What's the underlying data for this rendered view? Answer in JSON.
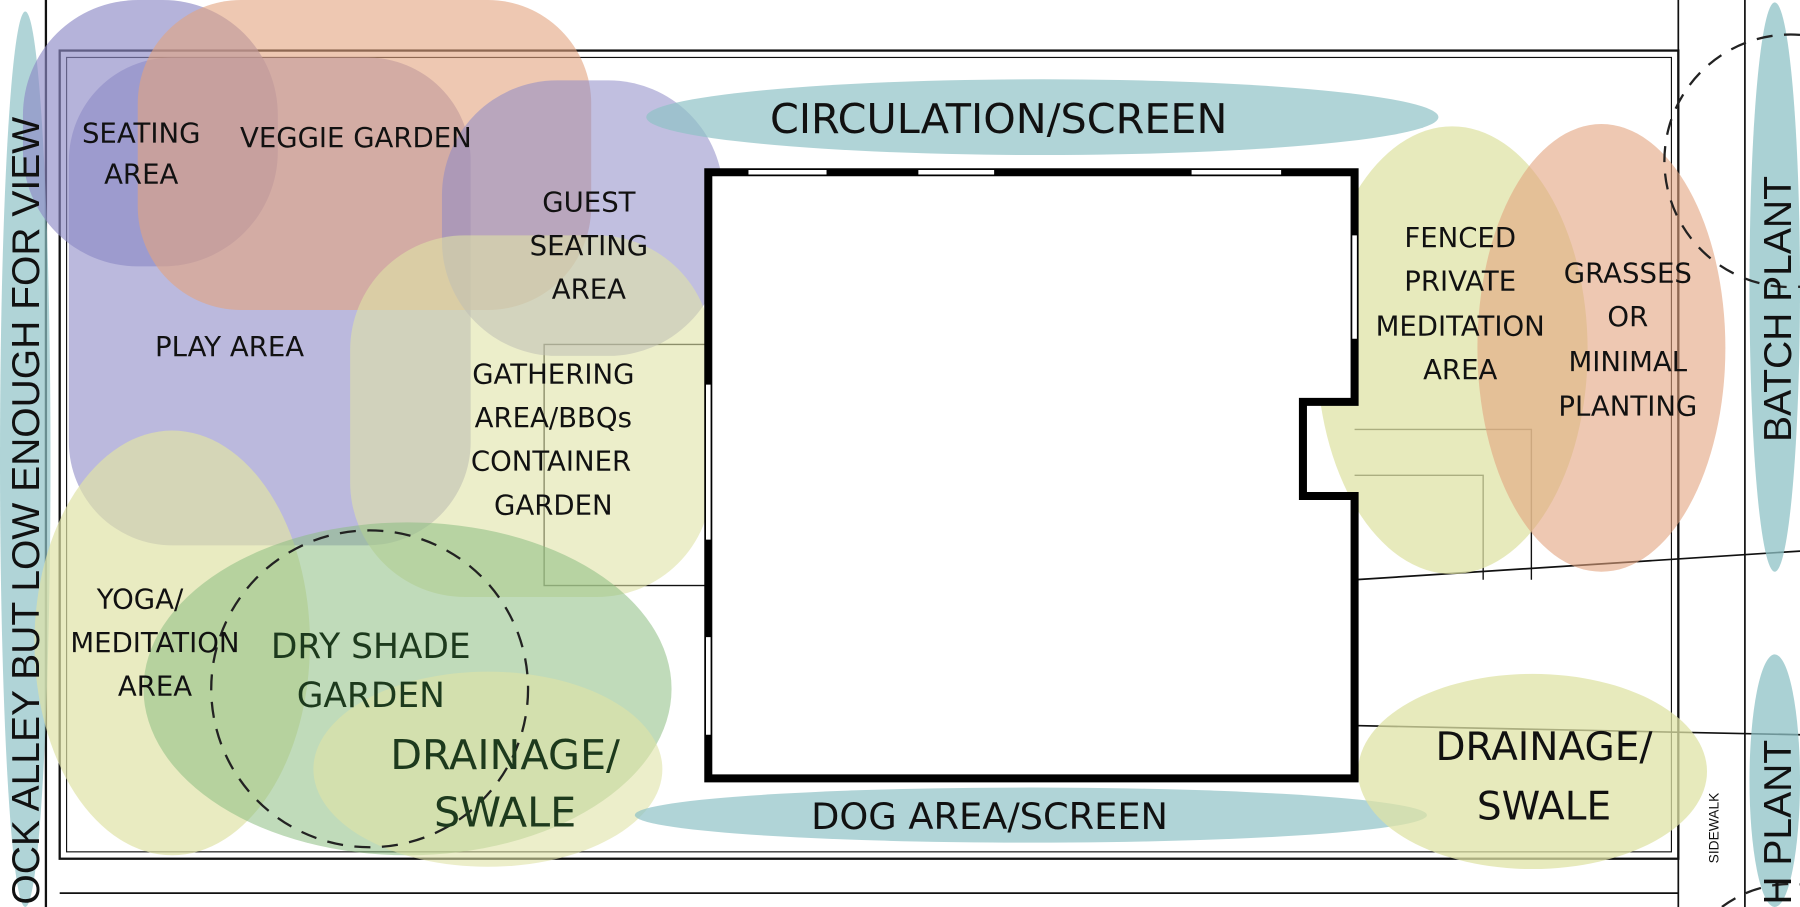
{
  "zones": {
    "seating_area": [
      "SEATING",
      "AREA"
    ],
    "veggie_garden": "VEGGIE GARDEN",
    "guest_seating": [
      "GUEST",
      "SEATING",
      "AREA"
    ],
    "play_area": "PLAY AREA",
    "gathering": [
      "GATHERING",
      "AREA/BBQs",
      "CONTAINER",
      "GARDEN"
    ],
    "yoga": [
      "YOGA/",
      "MEDITATION",
      "AREA"
    ],
    "dry_shade": [
      "DRY SHADE",
      "GARDEN"
    ],
    "drainage_left": [
      "DRAINAGE/",
      "SWALE"
    ],
    "circulation": "CIRCULATION/SCREEN",
    "dog_area": "DOG AREA/SCREEN",
    "fenced_meditation": [
      "FENCED",
      "PRIVATE",
      "MEDITATION",
      "AREA"
    ],
    "grasses": [
      "GRASSES",
      "OR",
      "MINIMAL",
      "PLANTING"
    ],
    "drainage_right": [
      "DRAINAGE/",
      "SWALE"
    ],
    "left_edge": "OCK ALLEY BUT LOW ENOUGH FOR VIEW",
    "right_edge_top": "BATCH PLANT",
    "right_edge_bottom": "H PLANT",
    "sidewalk": "SIDEWALK"
  },
  "colors": {
    "purple": "#8e8ac6",
    "orange": "#e3a47e",
    "teal": "#8ec2c6",
    "yellow": "#dfe3a6",
    "green": "#8dbd82"
  }
}
